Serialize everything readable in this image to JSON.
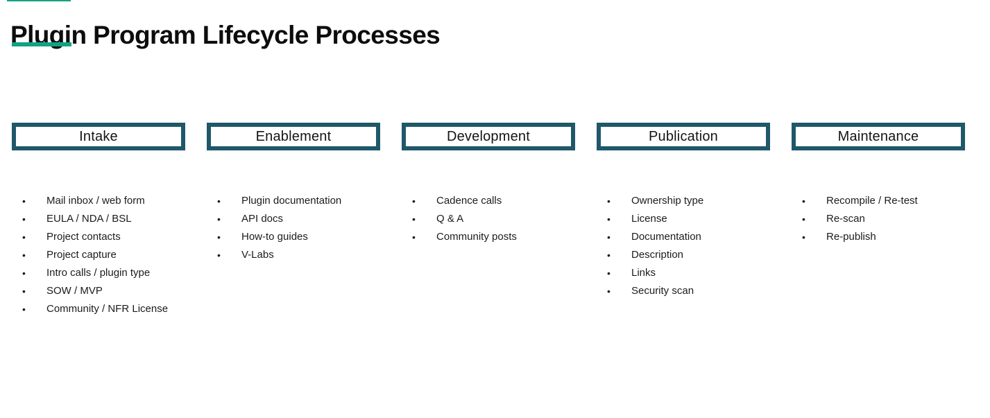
{
  "page": {
    "title": "Plugin Program Lifecycle Processes",
    "accent_color": "#10a383",
    "box_border_color": "#1f5869",
    "bullet_glyph": "•"
  },
  "columns": [
    {
      "header": "Intake",
      "items": [
        "Mail inbox / web form",
        "EULA / NDA / BSL",
        "Project contacts",
        "Project capture",
        "Intro calls / plugin type",
        "SOW / MVP",
        "Community / NFR License"
      ]
    },
    {
      "header": "Enablement",
      "items": [
        "Plugin documentation",
        "API docs",
        "How-to guides",
        "V-Labs"
      ]
    },
    {
      "header": "Development",
      "items": [
        "Cadence calls",
        "Q & A",
        "Community posts"
      ]
    },
    {
      "header": "Publication",
      "items": [
        "Ownership type",
        "License",
        "Documentation",
        "Description",
        "Links",
        "Security scan"
      ]
    },
    {
      "header": "Maintenance",
      "items": [
        "Recompile / Re-test",
        "Re-scan",
        "Re-publish"
      ]
    }
  ]
}
